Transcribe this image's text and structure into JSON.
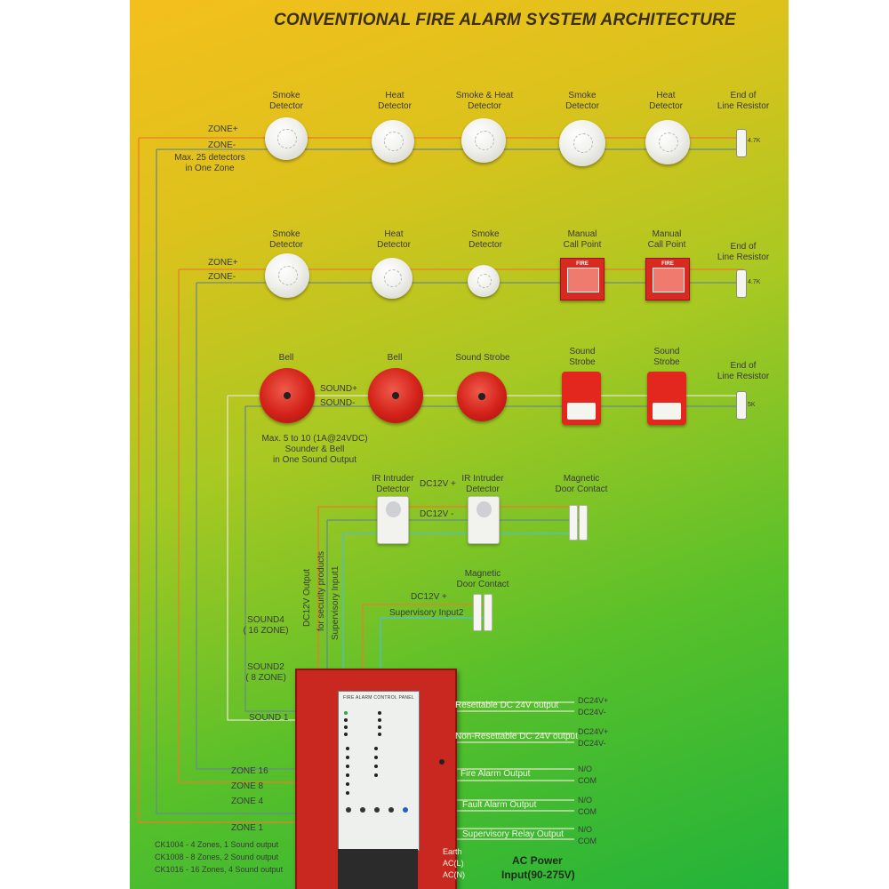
{
  "title": "CONVENTIONAL FIRE ALARM SYSTEM ARCHITECTURE",
  "zone1": {
    "zone_plus": "ZONE+",
    "zone_minus": "ZONE-",
    "note_line1": "Max. 25 detectors",
    "note_line2": "in One Zone",
    "devices": [
      {
        "line1": "Smoke",
        "line2": "Detector"
      },
      {
        "line1": "Heat",
        "line2": "Detector"
      },
      {
        "line1": "Smoke & Heat",
        "line2": "Detector"
      },
      {
        "line1": "Smoke",
        "line2": "Detector"
      },
      {
        "line1": "Heat",
        "line2": "Detector"
      }
    ],
    "eol_line1": "End of",
    "eol_line2": "Line Resistor",
    "eol_value": "4.7K"
  },
  "zone2": {
    "zone_plus": "ZONE+",
    "zone_minus": "ZONE-",
    "devices": [
      {
        "line1": "Smoke",
        "line2": "Detector"
      },
      {
        "line1": "Heat",
        "line2": "Detector"
      },
      {
        "line1": "Smoke",
        "line2": "Detector"
      },
      {
        "line1": "Manual",
        "line2": "Call Point"
      },
      {
        "line1": "Manual",
        "line2": "Call Point"
      }
    ],
    "mcp_label": "FIRE",
    "eol_line1": "End of",
    "eol_line2": "Line Resistor",
    "eol_value": "4.7K"
  },
  "sound": {
    "sound_plus": "SOUND+",
    "sound_minus": "SOUND-",
    "devices": [
      {
        "line1": "Bell",
        "line2": ""
      },
      {
        "line1": "Bell",
        "line2": ""
      },
      {
        "line1": "Sound Strobe",
        "line2": ""
      },
      {
        "line1": "Sound",
        "line2": "Strobe"
      },
      {
        "line1": "Sound",
        "line2": "Strobe"
      }
    ],
    "note_line1": "Max. 5  to 10 (1A@24VDC)",
    "note_line2": "Sounder & Bell",
    "note_line3": "in One Sound Output",
    "eol_line1": "End of",
    "eol_line2": "Line Resistor",
    "eol_value": "5K"
  },
  "security": {
    "ir1_line1": "IR Intruder",
    "ir1_line2": "Detector",
    "ir2_line1": "IR Intruder",
    "ir2_line2": "Detector",
    "mag1_line1": "Magnetic",
    "mag1_line2": "Door Contact",
    "mag2_line1": "Magnetic",
    "mag2_line2": "Door Contact",
    "dc_plus": "DC12V +",
    "dc_minus": "DC12V -",
    "dc_plus2": "DC12V +",
    "supervisory2": "Supervisory Input2",
    "vert_output1": "DC12V  Output",
    "vert_output2": "for security products",
    "vert_supervisory1": "Supervisory Input1"
  },
  "left_labels": {
    "sound4_l1": "SOUND4",
    "sound4_l2": "( 16 ZONE)",
    "sound2_l1": "SOUND2",
    "sound2_l2": "( 8 ZONE)",
    "sound1": "SOUND 1",
    "zone16": "ZONE 16",
    "zone8": "ZONE 8",
    "zone4": "ZONE 4",
    "zone1": "ZONE 1"
  },
  "models": {
    "m1": "CK1004 - 4 Zones, 1 Sound output",
    "m2": "CK1008 - 8 Zones, 2 Sound output",
    "m3": "CK1016 - 16 Zones, 4 Sound output"
  },
  "panel": {
    "title": "FIRE ALARM CONTROL PANEL"
  },
  "outputs": [
    {
      "label": "Resettable DC 24V output",
      "v1": "DC24V+",
      "v2": "DC24V-"
    },
    {
      "label": "Non-Resettable DC 24V output",
      "v1": "DC24V+",
      "v2": "DC24V-"
    },
    {
      "label": "Fire Alarm Output",
      "v1": "N/O",
      "v2": "COM"
    },
    {
      "label": "Fault Alarm Output",
      "v1": "N/O",
      "v2": "COM"
    },
    {
      "label": "Supervisory Relay Output",
      "v1": "N/O",
      "v2": "COM"
    }
  ],
  "ac": {
    "term1": "Earth",
    "term2": "AC(L)",
    "term3": "AC(N)",
    "power1": "AC Power",
    "power2": "Input(90-275V)"
  }
}
